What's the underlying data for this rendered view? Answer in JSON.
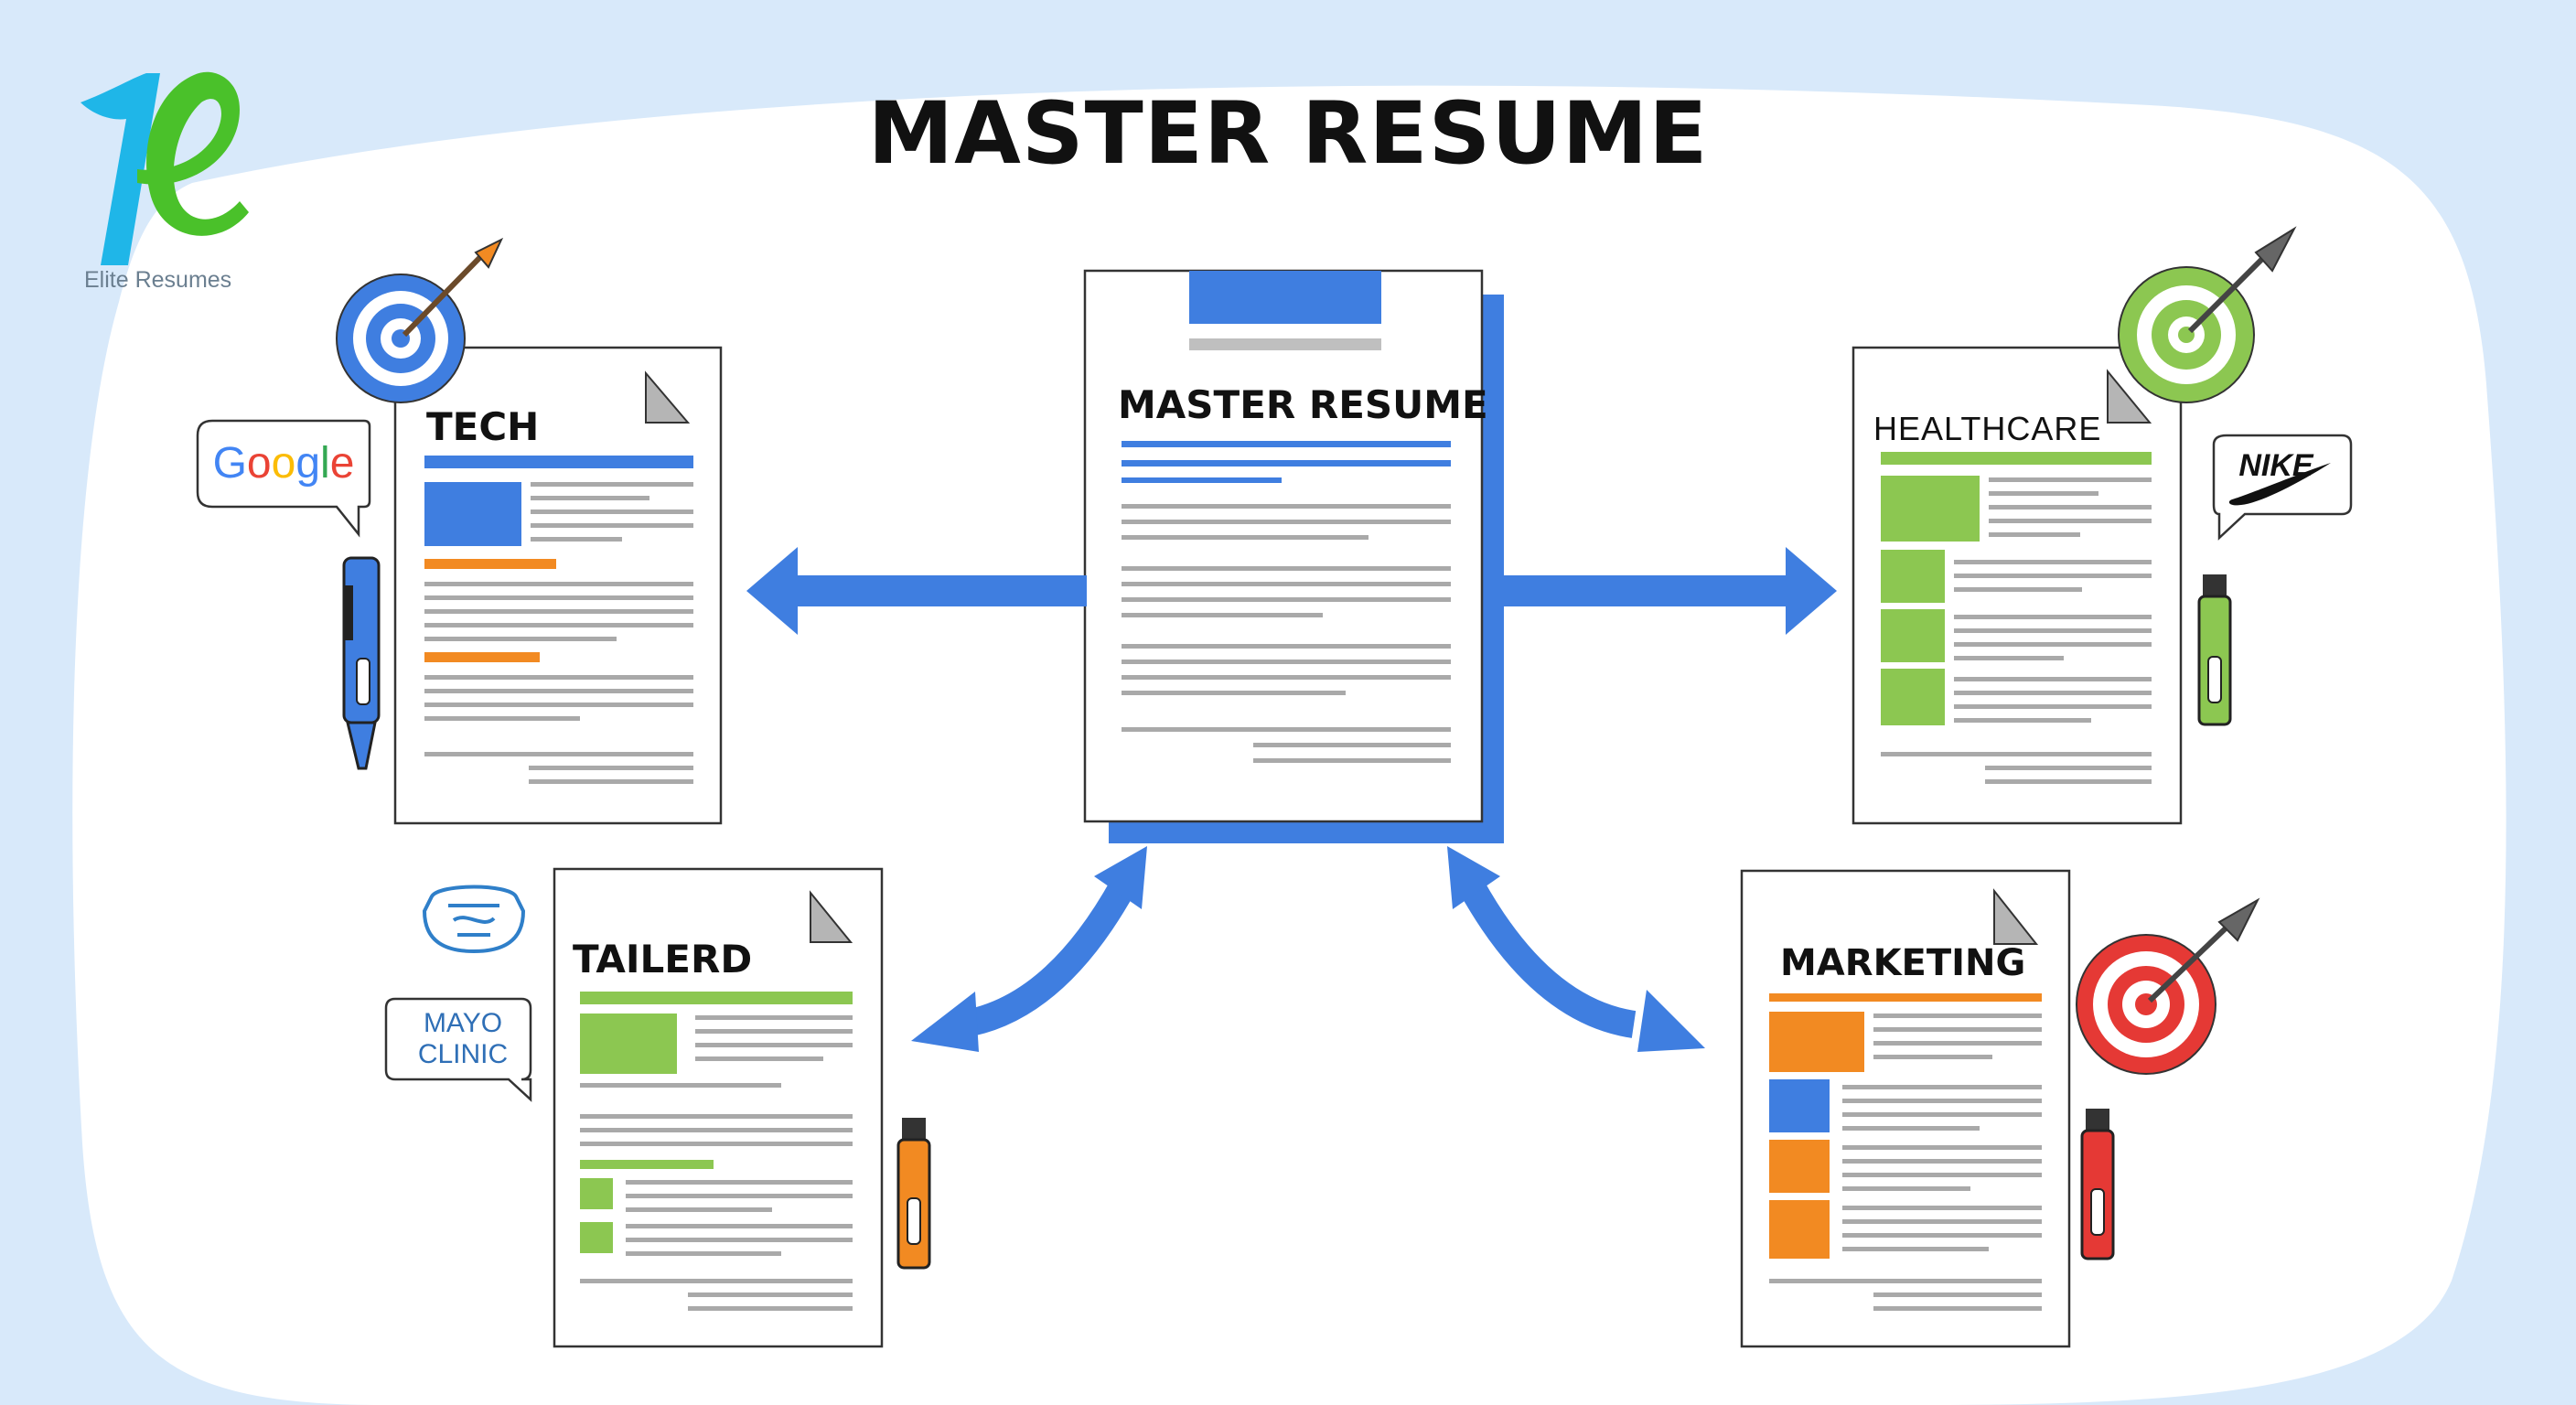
{
  "title": "MASTER RESUME",
  "logo": {
    "caption": "Elite Resumes"
  },
  "master": {
    "label": "MASTER RESUME"
  },
  "resumes": [
    {
      "id": "tech",
      "label": "TECH",
      "accent": "#3f7ee0",
      "target": "blue target",
      "company_logo": "Google",
      "marker": "blue pen"
    },
    {
      "id": "healthcare",
      "label": "HEALTHCARE",
      "accent": "#8cc751",
      "target": "green target",
      "company_logo": "NIKE",
      "marker": "green marker"
    },
    {
      "id": "tailerd",
      "label": "TAILERD",
      "accent": "#8cc751",
      "company_logos": [
        "MAYO CLINIC"
      ],
      "marker": "orange marker"
    },
    {
      "id": "marketing",
      "label": "MARKETING",
      "accent": "#f28a22",
      "target": "red target",
      "marker": "red marker"
    }
  ],
  "colors": {
    "background": "#d8e9fa",
    "canvas": "#ffffff",
    "arrow": "#3f7ee0",
    "blue": "#3f7ee0",
    "green": "#8cc751",
    "orange": "#f28a22",
    "red": "#e53935"
  }
}
